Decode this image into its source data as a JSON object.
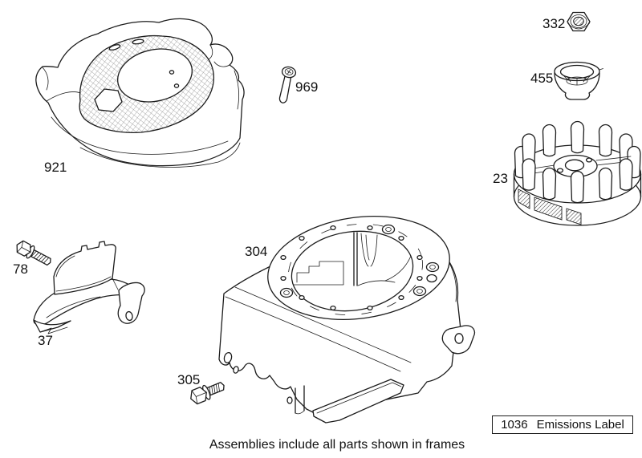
{
  "diagram": {
    "background_color": "#ffffff",
    "line_color": "#1c1c1c",
    "caption": "Assemblies include all parts shown in frames",
    "emissions_label": {
      "number": "1036",
      "text": "Emissions Label"
    },
    "parts": {
      "cover": {
        "label": "921"
      },
      "screw": {
        "label": "969"
      },
      "nut": {
        "label": "332"
      },
      "cup": {
        "label": "455"
      },
      "flywheel": {
        "label": "23"
      },
      "bolt_78": {
        "label": "78"
      },
      "guard": {
        "label": "37"
      },
      "housing": {
        "label": "304"
      },
      "bolt_305": {
        "label": "305"
      }
    }
  }
}
